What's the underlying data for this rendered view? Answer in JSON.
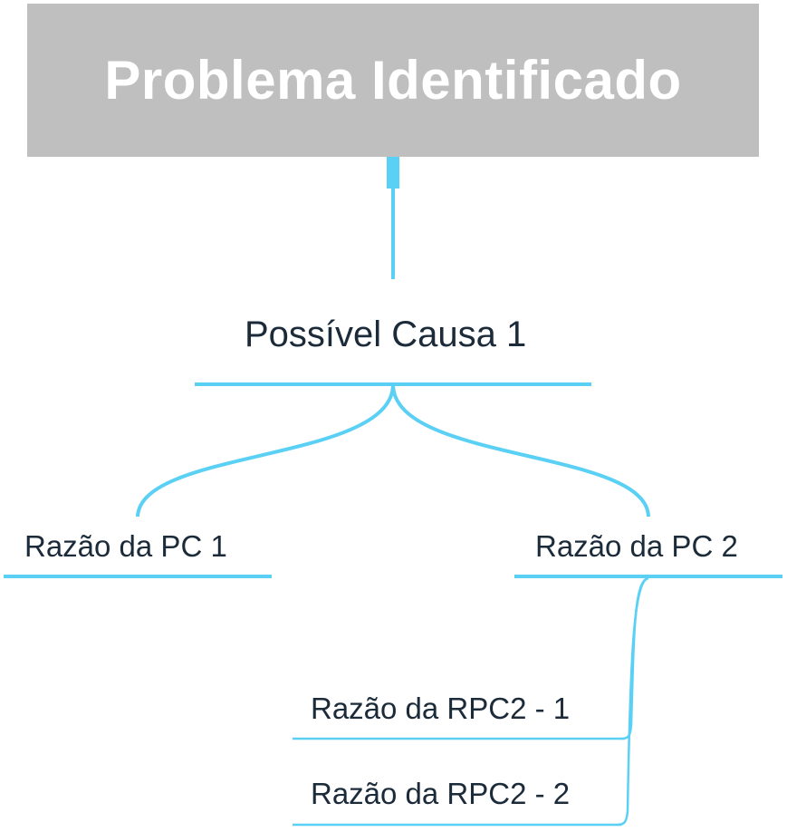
{
  "diagram": {
    "root": {
      "label": "Problema Identificado"
    },
    "nodes": [
      {
        "id": "pc1",
        "label": "Possível Causa 1"
      },
      {
        "id": "rpc1",
        "label": "Razão da PC 1"
      },
      {
        "id": "rpc2",
        "label": "Razão da PC 2"
      },
      {
        "id": "rpc2_1",
        "label": "Razão da RPC2 - 1"
      },
      {
        "id": "rpc2_2",
        "label": "Razão da RPC2 - 2"
      }
    ]
  },
  "colors": {
    "root_fill": "#bfbfbf",
    "root_text": "#ffffff",
    "connector": "#5bd0f5",
    "node_text": "#1c2b3a"
  }
}
